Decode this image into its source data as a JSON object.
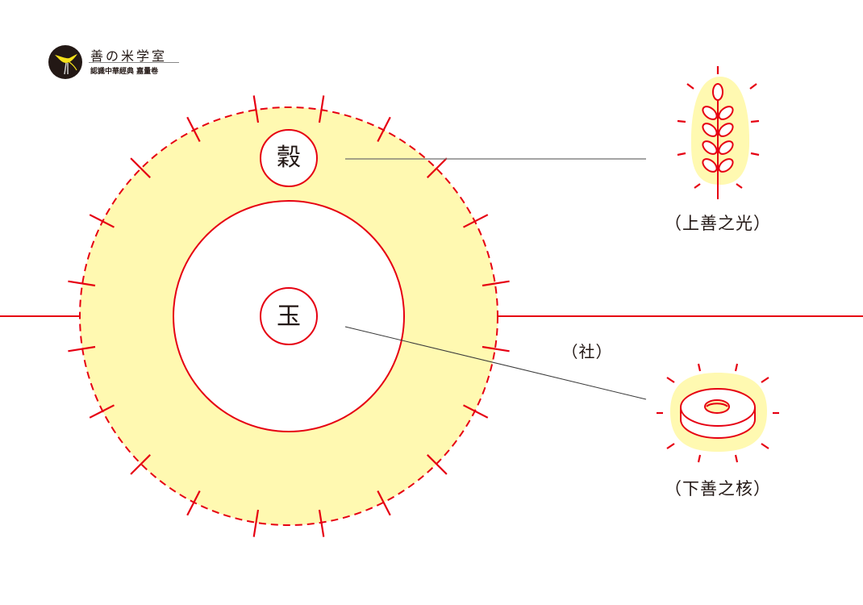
{
  "logo": {
    "title": "善の米学室",
    "subtitle": "認識中華經典 嘉量卷"
  },
  "diagram": {
    "center_char": "玉",
    "outer_char": "穀",
    "society_label": "（社）",
    "upper_caption": "（上善之光）",
    "lower_caption": "（下善之核）",
    "upper_icon": "wheat-icon",
    "lower_icon": "jade-disc-icon",
    "tick_count": 20
  },
  "colors": {
    "red": "#e60012",
    "yellow_fill": "#fff9b1",
    "text": "#231815",
    "connector": "#555555"
  }
}
